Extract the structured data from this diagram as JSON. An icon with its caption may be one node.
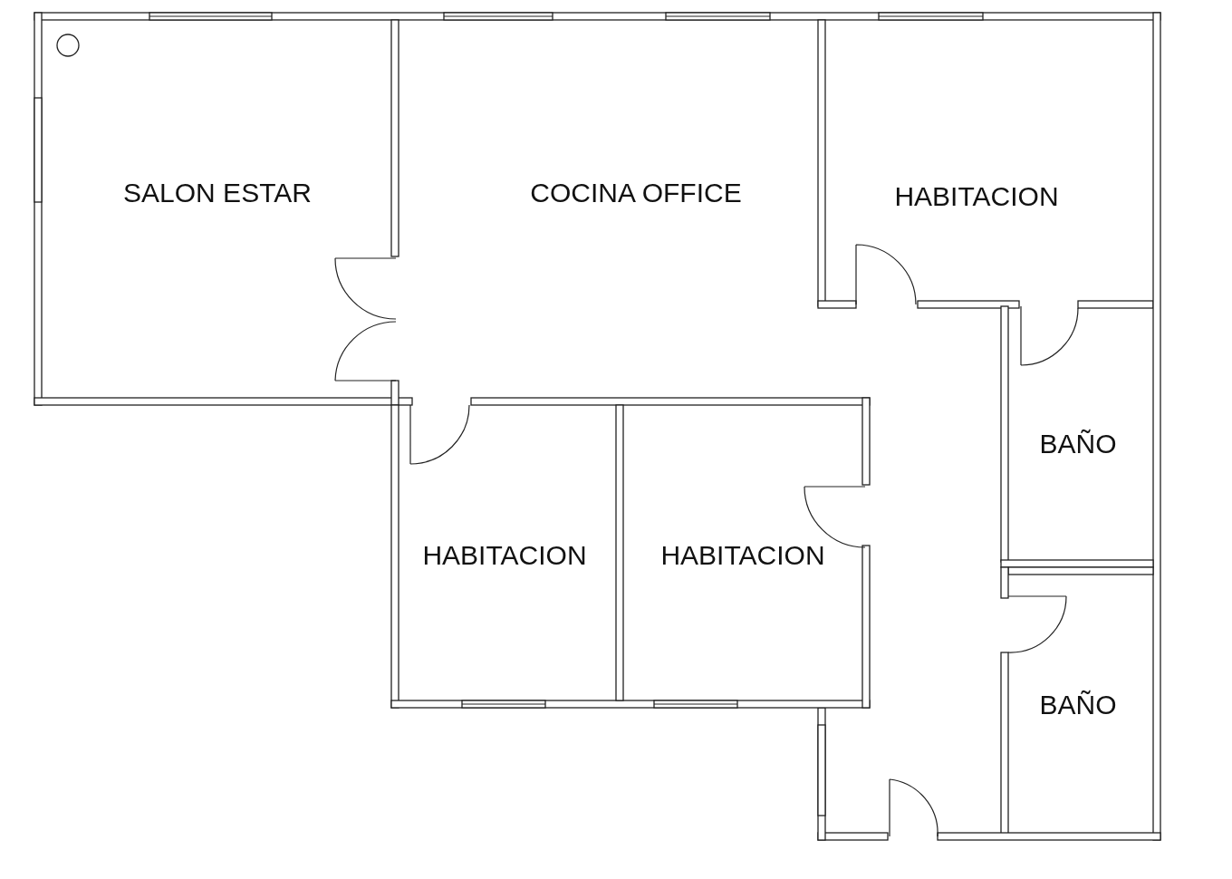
{
  "diagram": {
    "nodes": [
      {
        "text": [
          "SALON ESTAR"
        ]
      },
      {
        "text": [
          "COCINA OFFICE"
        ]
      },
      {
        "text": [
          "HABITACION"
        ]
      },
      {
        "text": [
          "BAÑO"
        ]
      },
      {
        "text": [
          "HABITACION"
        ]
      },
      {
        "text": [
          "HABITACION"
        ]
      },
      {
        "text": [
          "BAÑO"
        ]
      }
    ],
    "edges": []
  }
}
